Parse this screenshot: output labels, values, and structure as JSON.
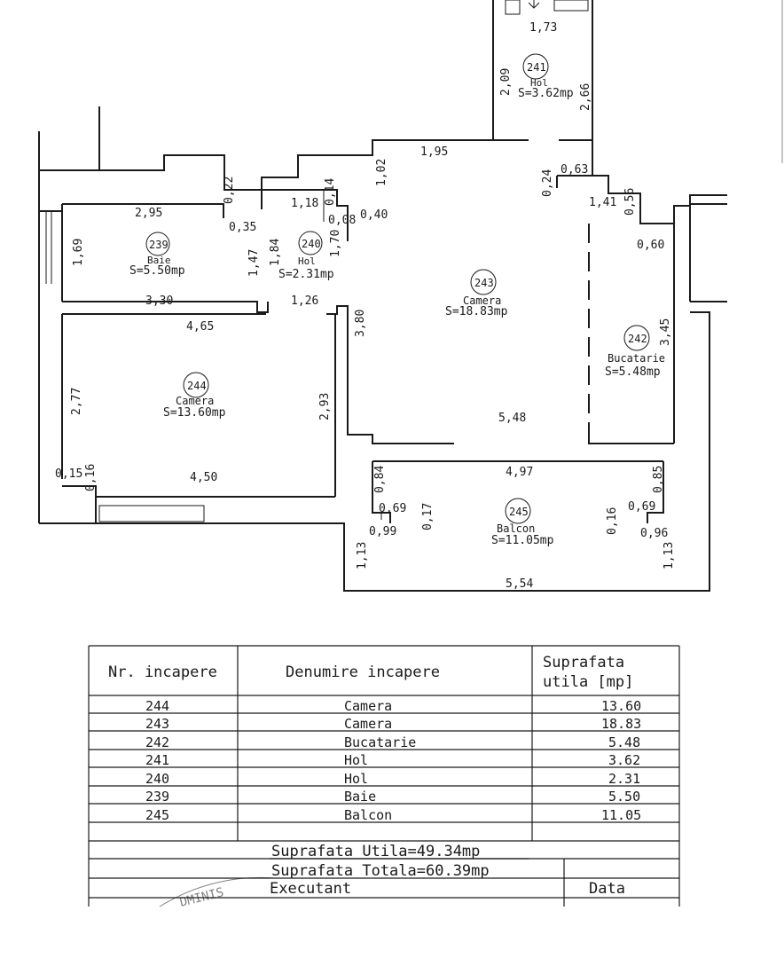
{
  "plan": {
    "rooms": [
      {
        "nr": "239",
        "name": "Baie",
        "area": "S=5.50mp"
      },
      {
        "nr": "240",
        "name": "Hol",
        "area": "S=2.31mp"
      },
      {
        "nr": "241",
        "name": "Hol",
        "area": "S=3.62mp"
      },
      {
        "nr": "242",
        "name": "Bucatarie",
        "area": "S=5.48mp"
      },
      {
        "nr": "243",
        "name": "Camera",
        "area": "S=18.83mp"
      },
      {
        "nr": "244",
        "name": "Camera",
        "area": "S=13.60mp"
      },
      {
        "nr": "245",
        "name": "Balcon",
        "area": "S=11.05mp"
      }
    ],
    "dims": [
      "1,73",
      "2,09",
      "2,66",
      "1,95",
      "1,02",
      "0,63",
      "0,24",
      "1,41",
      "0,56",
      "0,60",
      "3,45",
      "0,22",
      "0,35",
      "2,95",
      "1,69",
      "3,30",
      "1,18",
      "0,14",
      "0,08",
      "0,40",
      "1,47",
      "1,84",
      "1,70",
      "1,26",
      "3,80",
      "4,65",
      "2,77",
      "2,93",
      "0,15",
      "0,16",
      "4,50",
      "5,48",
      "4,97",
      "0,84",
      "0,69",
      "0,99",
      "0,17",
      "0,85",
      "0,69",
      "0,16",
      "0,96",
      "1,13",
      "1,13",
      "5,54"
    ]
  },
  "table": {
    "headers": {
      "nr": "Nr. incapere",
      "name": "Denumire incapere",
      "area_line1": "Suprafata",
      "area_line2": "utila [mp]"
    },
    "rows": [
      {
        "nr": "244",
        "name": "Camera",
        "area": "13.60"
      },
      {
        "nr": "243",
        "name": "Camera",
        "area": "18.83"
      },
      {
        "nr": "242",
        "name": "Bucatarie",
        "area": "5.48"
      },
      {
        "nr": "241",
        "name": "Hol",
        "area": "3.62"
      },
      {
        "nr": "240",
        "name": "Hol",
        "area": "2.31"
      },
      {
        "nr": "239",
        "name": "Baie",
        "area": "5.50"
      },
      {
        "nr": "245",
        "name": "Balcon",
        "area": "11.05"
      }
    ],
    "total_utila": "Suprafata Utila=49.34mp",
    "total_totala": "Suprafata Totala=60.39mp",
    "executant": "Executant",
    "data_label": "Data"
  },
  "stamp": {
    "text": "DMINIS"
  }
}
